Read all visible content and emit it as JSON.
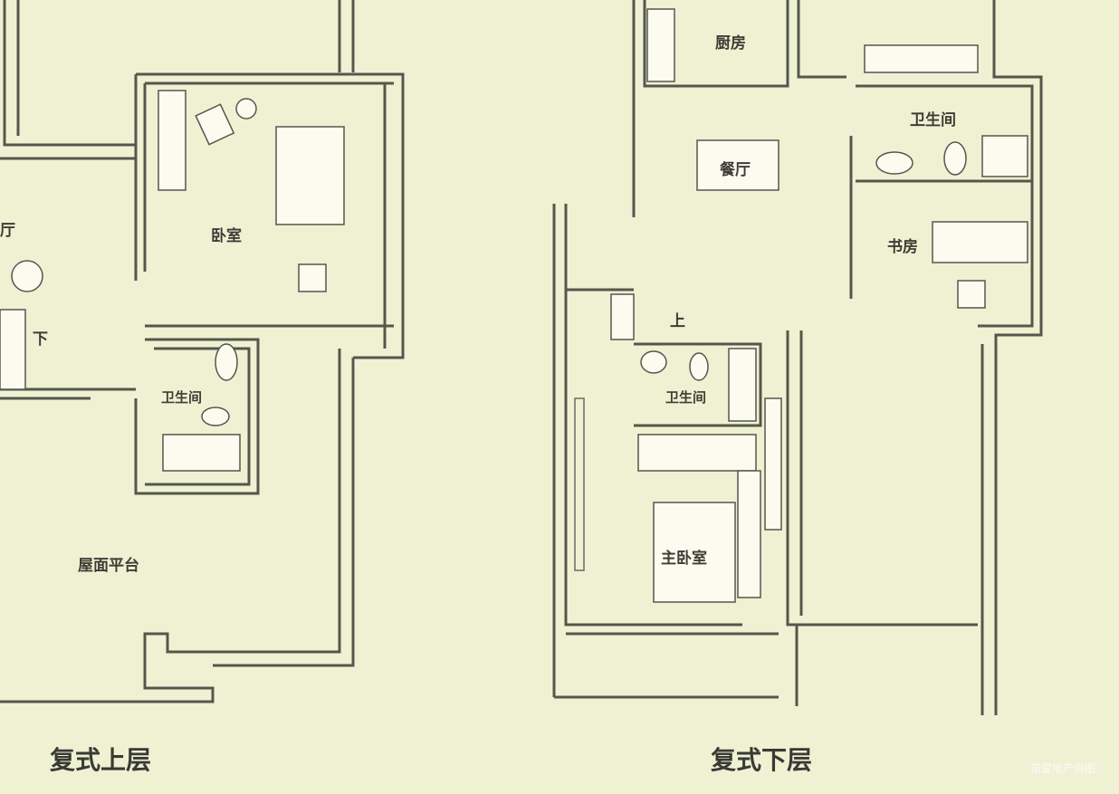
{
  "upper_floor": {
    "title": "复式上层",
    "rooms": {
      "living": "厅",
      "bedroom": "卧室",
      "stairs_down": "下",
      "bathroom": "卫生间",
      "roof_terrace": "屋面平台"
    }
  },
  "lower_floor": {
    "title": "复式下层",
    "rooms": {
      "kitchen": "厨房",
      "dining": "餐厅",
      "bathroom_1": "卫生间",
      "study": "书房",
      "stairs_up": "上",
      "bathroom_2": "卫生间",
      "master_bedroom": "主卧室"
    }
  },
  "watermark": "诺爱地产供图"
}
